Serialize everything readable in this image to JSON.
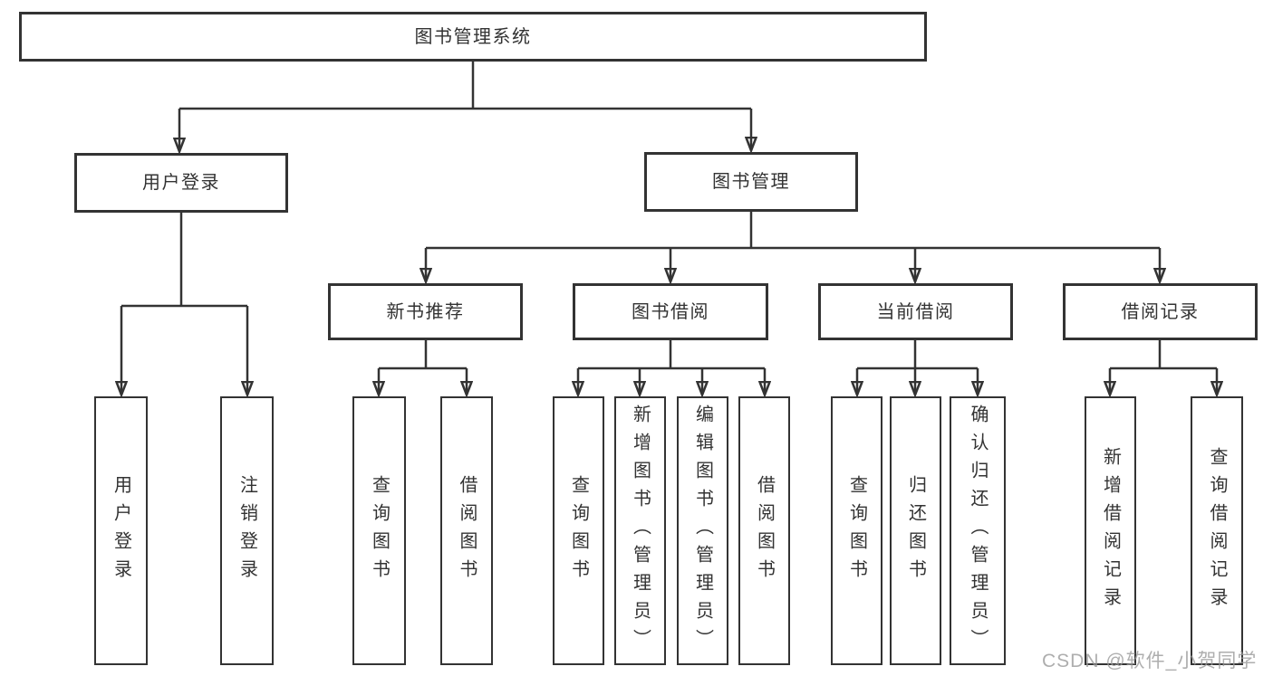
{
  "diagram": {
    "root": "图书管理系统",
    "level2": [
      "用户登录",
      "图书管理"
    ],
    "level3": [
      "新书推荐",
      "图书借阅",
      "当前借阅",
      "借阅记录"
    ],
    "leaves": {
      "user_login": [
        "用户登录",
        "注销登录"
      ],
      "new_book_recommend": [
        "查询图书",
        "借阅图书"
      ],
      "book_borrow": [
        "查询图书",
        "新增图书（管理员）",
        "编辑图书（管理员）",
        "借阅图书"
      ],
      "current_borrow": [
        "查询图书",
        "归还图书",
        "确认归还（管理员）"
      ],
      "borrow_records": [
        "新增借阅记录",
        "查询借阅记录"
      ]
    },
    "watermark": "CSDN @软件_小贺同学",
    "colors": {
      "line": "#333333",
      "text": "#333333",
      "watermark": "#9a9a9a",
      "background": "#ffffff"
    }
  }
}
